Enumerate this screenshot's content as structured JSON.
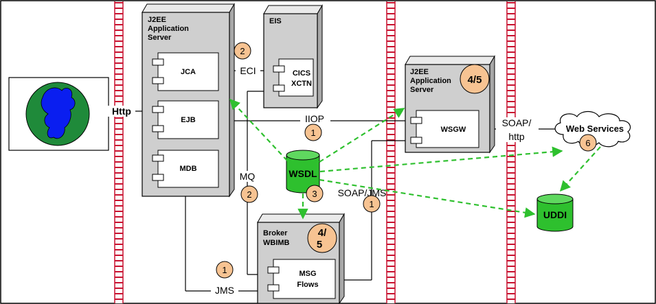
{
  "labels": {
    "j2ee_server_main": [
      "J2EE",
      "Application",
      "Server"
    ],
    "j2ee_server_right": [
      "J2EE",
      "Application",
      "Server"
    ],
    "eis": "EIS",
    "jca": "JCA",
    "ejb": "EJB",
    "mdb": "MDB",
    "cics": [
      "CICS",
      "XCTN"
    ],
    "wsgw": "WSGW",
    "broker": [
      "Broker",
      "WBIMB"
    ],
    "msg_flows": [
      "MSG",
      "Flows"
    ],
    "wsdl": "WSDL",
    "uddi": "UDDI",
    "web_services": "Web Services",
    "http": "Http",
    "eci": "ECI",
    "iiop": "IIOP",
    "mq": "MQ",
    "jms": "JMS",
    "soap_jms": "SOAP/JMS",
    "soap_http": [
      "SOAP/",
      "http"
    ]
  },
  "steps": {
    "eci": "2",
    "iiop": "1",
    "j2ee_right": "4/5",
    "mq": "2",
    "wsdl": "3",
    "soap_jms": "1",
    "broker": [
      "4/",
      "5"
    ],
    "jms": "1",
    "web_services": "6"
  },
  "colors": {
    "firewall_red": "#c8102e",
    "wsdl_green": "#2ec02e",
    "step_circle": "#f7c392",
    "globe_blue": "#0a1ef0",
    "globe_green": "#1f8a3a",
    "server_gray": "#cfcfcf"
  }
}
